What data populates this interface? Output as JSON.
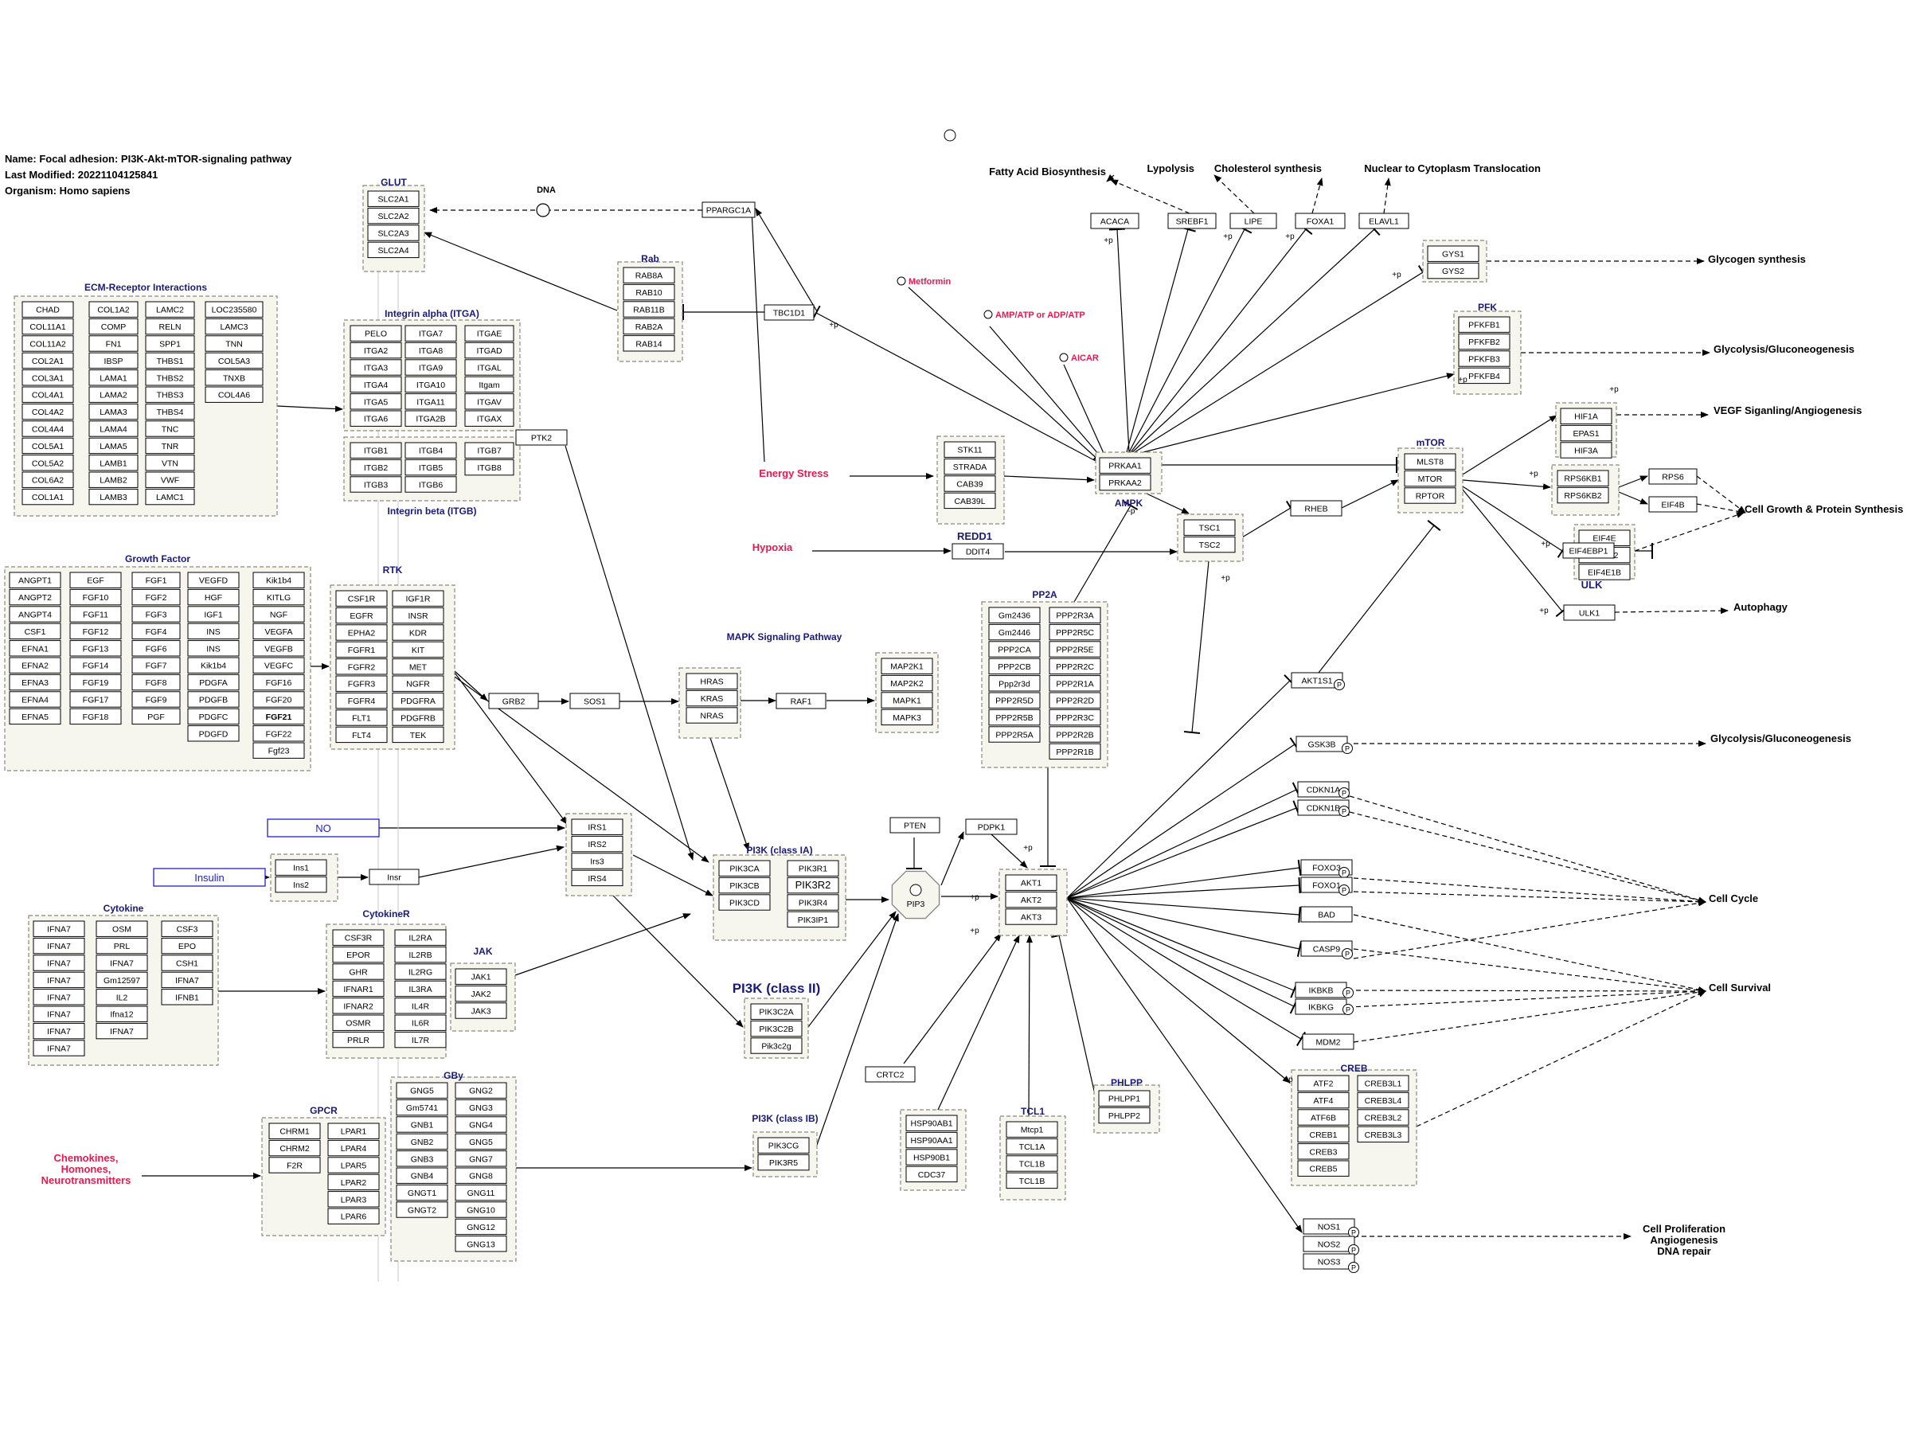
{
  "info": {
    "name": "Name: Focal adhesion: PI3K-Akt-mTOR-signaling pathway",
    "modified": "Last Modified: 20221104125841",
    "organism": "Organism: Homo sapiens"
  },
  "groups": [
    {
      "title": "GLUT",
      "cols": [
        [
          "SLC2A1",
          "SLC2A2",
          "SLC2A3",
          "SLC2A4"
        ]
      ]
    },
    {
      "title": "ECM-Receptor Interactions",
      "cols": [
        [
          "CHAD",
          "COL11A1",
          "COL11A2",
          "COL2A1",
          "COL3A1",
          "COL4A1",
          "COL4A2",
          "COL4A4",
          "COL5A1",
          "COL5A2",
          "COL6A2",
          "COL1A1"
        ],
        [
          "COL1A2",
          "COMP",
          "FN1",
          "IBSP",
          "LAMA1",
          "LAMA2",
          "LAMA3",
          "LAMA4",
          "LAMA5",
          "LAMB1",
          "LAMB2",
          "LAMB3"
        ],
        [
          "LAMC2",
          "RELN",
          "SPP1",
          "THBS1",
          "THBS2",
          "THBS3",
          "THBS4",
          "TNC",
          "TNR",
          "VTN",
          "VWF",
          "LAMC1"
        ],
        [
          "LOC235580",
          "LAMC3",
          "TNN",
          "COL5A3",
          "TNXB",
          "COL4A6"
        ]
      ]
    },
    {
      "title": "Integrin alpha (ITGA)",
      "cols": [
        [
          "PELO",
          "ITGA2",
          "ITGA3",
          "ITGA4",
          "ITGA5",
          "ITGA6"
        ],
        [
          "ITGA7",
          "ITGA8",
          "ITGA9",
          "ITGA10",
          "ITGA11",
          "ITGA2B"
        ],
        [
          "ITGAE",
          "ITGAD",
          "ITGAL",
          "Itgam",
          "ITGAV",
          "ITGAX"
        ]
      ]
    },
    {
      "title": "Integrin beta (ITGB)",
      "cols": [
        [
          "ITGB1",
          "ITGB2",
          "ITGB3"
        ],
        [
          "ITGB4",
          "ITGB5",
          "ITGB6"
        ],
        [
          "ITGB7",
          "ITGB8"
        ]
      ]
    },
    {
      "title": "Rab",
      "cols": [
        [
          "RAB8A",
          "RAB10",
          "RAB11B",
          "RAB2A",
          "RAB14"
        ]
      ]
    },
    {
      "title": "Growth Factor",
      "cols": [
        [
          "ANGPT1",
          "ANGPT2",
          "ANGPT4",
          "CSF1",
          "EFNA1",
          "EFNA2",
          "EFNA3",
          "EFNA4",
          "EFNA5"
        ],
        [
          "EGF",
          "FGF10",
          "FGF11",
          "FGF12",
          "FGF13",
          "FGF14",
          "FGF19",
          "FGF17",
          "FGF18"
        ],
        [
          "FGF1",
          "FGF2",
          "FGF3",
          "FGF4",
          "FGF6",
          "FGF7",
          "FGF8",
          "FGF9",
          "PGF"
        ],
        [
          "VEGFD",
          "HGF",
          "IGF1",
          "INS",
          "INS",
          "Kik1b4",
          "PDGFA",
          "PDGFB",
          "PDGFC",
          "PDGFD"
        ],
        [
          "Kik1b4",
          "KITLG",
          "NGF",
          "VEGFA",
          "VEGFB",
          "VEGFC",
          "FGF16",
          "FGF20",
          "FGF21",
          "FGF22",
          "Fgf23"
        ]
      ]
    },
    {
      "title": "RTK",
      "cols": [
        [
          "CSF1R",
          "EGFR",
          "EPHA2",
          "FGFR1",
          "FGFR2",
          "FGFR3",
          "FGFR4",
          "FLT1",
          "FLT4"
        ],
        [
          "IGF1R",
          "INSR",
          "KDR",
          "KIT",
          "MET",
          "NGFR",
          "PDGFRA",
          "PDGFRB",
          "TEK"
        ]
      ]
    },
    {
      "title": "",
      "cols": [
        [
          "STK11",
          "STRADA",
          "CAB39",
          "CAB39L"
        ]
      ]
    },
    {
      "title": "AMPK",
      "cols": [
        [
          "PRKAA1",
          "PRKAA2"
        ]
      ]
    },
    {
      "title": "",
      "cols": [
        [
          "TSC1",
          "TSC2"
        ]
      ]
    },
    {
      "title": "mTOR",
      "cols": [
        [
          "MLST8",
          "MTOR",
          "RPTOR"
        ]
      ]
    },
    {
      "title": "",
      "cols": [
        [
          "GYS1",
          "GYS2"
        ]
      ]
    },
    {
      "title": "PFK",
      "cols": [
        [
          "PFKFB1",
          "PFKFB2",
          "PFKFB3",
          "PFKFB4"
        ]
      ]
    },
    {
      "title": "",
      "cols": [
        [
          "RPS6KB1",
          "RPS6KB2"
        ]
      ]
    },
    {
      "title": "PP2A",
      "cols": [
        [
          "Gm2436",
          "Gm2446",
          "PPP2CA",
          "PPP2CB",
          "Ppp2r3d",
          "PPP2R5D",
          "PPP2R5B",
          "PPP2R5A"
        ],
        [
          "PPP2R3A",
          "PPP2R5C",
          "PPP2R5E",
          "PPP2R2C",
          "PPP2R1A",
          "PPP2R2D",
          "PPP2R3C",
          "PPP2R2B",
          "PPP2R1B"
        ]
      ]
    },
    {
      "title": "",
      "cols": [
        [
          "HRAS",
          "KRAS",
          "NRAS"
        ]
      ]
    },
    {
      "title": "",
      "cols": [
        [
          "IRS1",
          "IRS2",
          "Irs3",
          "IRS4"
        ]
      ]
    },
    {
      "title": "",
      "cols": [
        [
          "Ins1",
          "Ins2"
        ]
      ]
    },
    {
      "title": "PI3K (class IA)",
      "cols": [
        [
          "PIK3CA",
          "PIK3CB",
          "PIK3CD"
        ],
        [
          "PIK3R1",
          "PIK3R2",
          "PIK3R4",
          "PIK3IP1"
        ]
      ]
    },
    {
      "title": "",
      "cols": [
        [
          "AKT1",
          "AKT2",
          "AKT3"
        ]
      ]
    },
    {
      "title": "Cytokine",
      "cols": [
        [
          "IFNA7",
          "IFNA7",
          "IFNA7",
          "IFNA7",
          "IFNA7",
          "IFNA7",
          "IFNA7",
          "IFNA7"
        ],
        [
          "OSM",
          "PRL",
          "IFNA7",
          "Gm12597",
          "IL2",
          "Ifna12",
          "IFNA7"
        ],
        [
          "CSF3",
          "EPO",
          "CSH1",
          "IFNA7",
          "IFNB1"
        ]
      ]
    },
    {
      "title": "CytokineR",
      "cols": [
        [
          "CSF3R",
          "EPOR",
          "GHR",
          "IFNAR1",
          "IFNAR2",
          "OSMR",
          "PRLR"
        ],
        [
          "IL2RA",
          "IL2RB",
          "IL2RG",
          "IL3RA",
          "IL4R",
          "IL6R",
          "IL7R"
        ]
      ]
    },
    {
      "title": "JAK",
      "cols": [
        [
          "JAK1",
          "JAK2",
          "JAK3"
        ]
      ]
    },
    {
      "title": "PI3K (class II)",
      "cols": [
        [
          "PIK3C2A",
          "PIK3C2B",
          "Pik3c2g"
        ]
      ]
    },
    {
      "title": "GPCR",
      "cols": [
        [
          "CHRM1",
          "CHRM2",
          "F2R"
        ],
        [
          "LPAR1",
          "LPAR4",
          "LPAR5",
          "LPAR2",
          "LPAR3",
          "LPAR6"
        ]
      ]
    },
    {
      "title": "GBy",
      "cols": [
        [
          "GNG5",
          "Gm5741",
          "GNB1",
          "GNB2",
          "GNB3",
          "GNB4",
          "GNGT1",
          "GNGT2"
        ],
        [
          "GNG2",
          "GNG3",
          "GNG4",
          "GNG5",
          "GNG7",
          "GNG8",
          "GNG11",
          "GNG10",
          "GNG12",
          "GNG13"
        ]
      ]
    },
    {
      "title": "PI3K (class IB)",
      "cols": [
        [
          "PIK3CG",
          "PIK3R5"
        ]
      ]
    },
    {
      "title": "",
      "cols": [
        [
          "HSP90AB1",
          "HSP90AA1",
          "HSP90B1",
          "CDC37"
        ]
      ]
    },
    {
      "title": "TCL1",
      "cols": [
        [
          "Mtcp1",
          "TCL1A",
          "TCL1B",
          "TCL1B"
        ]
      ]
    },
    {
      "title": "PHLPP",
      "cols": [
        [
          "PHLPP1",
          "PHLPP2"
        ]
      ]
    },
    {
      "title": "CREB",
      "cols": [
        [
          "ATF2",
          "ATF4",
          "ATF6B",
          "CREB1",
          "CREB3",
          "CREB5"
        ],
        [
          "CREB3L1",
          "CREB3L4",
          "CREB3L2",
          "CREB3L3"
        ]
      ]
    },
    {
      "title": "",
      "cols": [
        [
          "MAP2K1",
          "MAP2K2",
          "MAPK1",
          "MAPK3"
        ]
      ]
    },
    {
      "title": "",
      "cols": [
        [
          "HIF1A",
          "EPAS1",
          "HIF3A"
        ]
      ]
    },
    {
      "title": "",
      "cols": [
        [
          "EIF4E",
          "EIF4E2",
          "EIF4E1B"
        ]
      ]
    }
  ],
  "nodes": [
    "PPARGC1A",
    "TBC1D1",
    "ACACA",
    "SREBF1",
    "LIPE",
    "FOXA1",
    "ELAVL1",
    "PTK2",
    "RHEB",
    "DDIT4",
    "GRB2",
    "SOS1",
    "RAF1",
    "PTEN",
    "PDPK1",
    "Insr",
    "CRTC2",
    "RPS6",
    "EIF4B",
    "EIF4EBP1",
    "ULK1",
    "AKT1S1",
    "GSK3B",
    "CDKN1A",
    "CDKN1B",
    "FOXO3",
    "FOXO1",
    "BAD",
    "CASP9",
    "IKBKB",
    "IKBKG",
    "MDM2",
    "NOS1",
    "NOS2",
    "NOS3"
  ],
  "metabolite": "PIP3",
  "blue_boxes": [
    "NO",
    "Insulin"
  ],
  "red_labels": [
    "Metformin",
    "AMP/ATP or ADP/ATP",
    "AICAR",
    "Energy Stress",
    "Hypoxia",
    "Chemokines, Homones, Neurotransmitters"
  ],
  "labels": {
    "dna": "DNA",
    "redd1": "REDD1",
    "ulk": "ULK",
    "mapk_path": "MAPK Signaling Pathway",
    "phospho": "P",
    "plus_p": "+p",
    "minus_p": "-p"
  },
  "outcomes": [
    "Fatty Acid Biosynthesis",
    "Lypolysis",
    "Cholesterol synthesis",
    "Nuclear to Cytoplasm Translocation",
    "Glycogen synthesis",
    "Glycolysis/Gluconeogenesis",
    "VEGF Siganling/Angiogenesis",
    "Cell Growth & Protein Synthesis",
    "Autophagy",
    "Glycolysis/Gluconeogenesis",
    "Cell Cycle",
    "Cell Survival",
    "Cell Proliferation",
    "Angiogenesis",
    "DNA repair"
  ],
  "colors": {
    "group_title": "#1a1a7a",
    "red_label": "#e8194f",
    "blue_box": "#2020d0",
    "group_fill": "#f6f6ee",
    "group_border": "#8a8a7a"
  }
}
